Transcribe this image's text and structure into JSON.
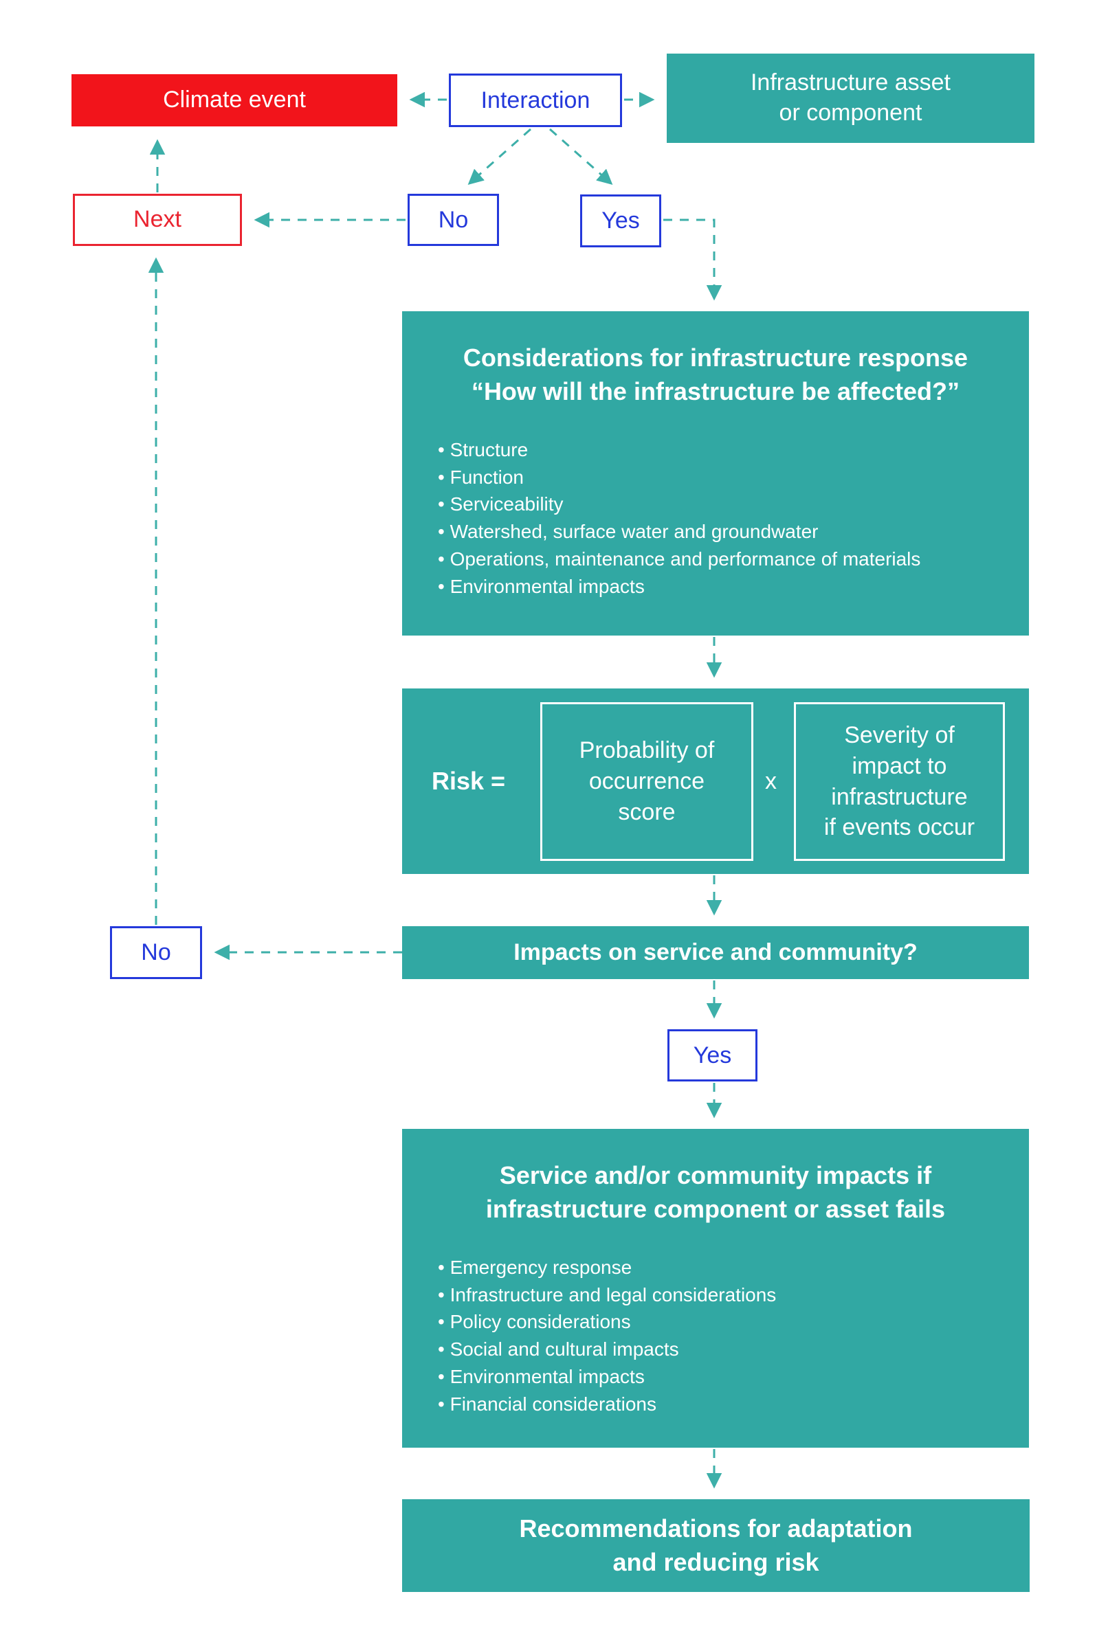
{
  "theme": {
    "teal": "#31A8A3",
    "connector": "#3DAFA9",
    "red": "#F2141B",
    "red_outline": "#EA2430",
    "blue": "#2439DB",
    "white": "#FFFFFF"
  },
  "nodes": {
    "climate_event": {
      "label": "Climate event"
    },
    "interaction": {
      "label": "Interaction"
    },
    "infrastructure_asset": {
      "line1": "Infrastructure asset",
      "line2": "or component"
    },
    "next": {
      "label": "Next"
    },
    "no_interaction": {
      "label": "No"
    },
    "yes_interaction": {
      "label": "Yes"
    },
    "considerations": {
      "title_line1": "Considerations for infrastructure response",
      "title_line2": "“How will the infrastructure be affected?”",
      "bullets": [
        "Structure",
        "Function",
        "Serviceability",
        "Watershed, surface water and groundwater",
        "Operations, maintenance and performance of materials",
        "Environmental impacts"
      ]
    },
    "risk": {
      "label": "Risk =",
      "operator": "x",
      "probability_lines": [
        "Probability of",
        "occurrence",
        "score"
      ],
      "severity_lines": [
        "Severity of",
        "impact to",
        "infrastructure",
        "if events occur"
      ]
    },
    "impacts_question": {
      "label": "Impacts on service and community?"
    },
    "no_impacts": {
      "label": "No"
    },
    "yes_impacts": {
      "label": "Yes"
    },
    "service_impacts": {
      "title_line1": "Service and/or community impacts if",
      "title_line2": "infrastructure component or asset fails",
      "bullets": [
        "Emergency response",
        "Infrastructure and legal considerations",
        "Policy considerations",
        "Social and cultural impacts",
        "Environmental impacts",
        "Financial considerations"
      ]
    },
    "recommendations": {
      "line1": "Recommendations for adaptation",
      "line2": "and reducing risk"
    }
  }
}
